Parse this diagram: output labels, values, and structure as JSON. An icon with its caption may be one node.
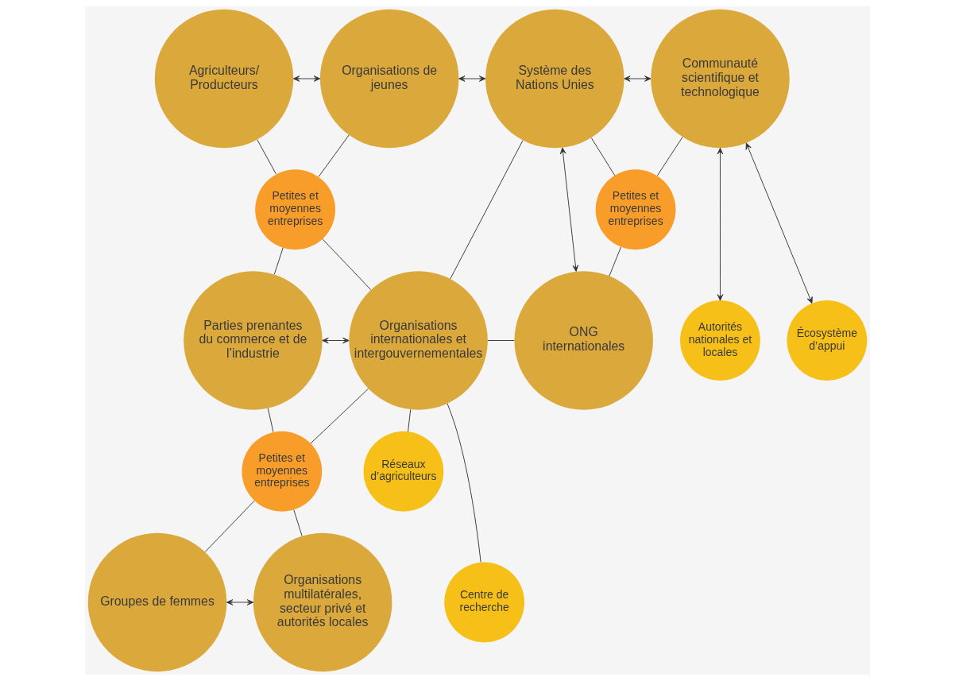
{
  "diagram": {
    "nodes": [
      {
        "text": [
          "Agriculteurs/ Producteurs"
        ]
      },
      {
        "text": [
          "Organisations de jeunes"
        ]
      },
      {
        "text": [
          "Système des Nations Unies"
        ]
      },
      {
        "text": [
          "Communauté scientifique et technologique"
        ]
      },
      {
        "text": [
          "Petites et moyennes entreprises"
        ]
      },
      {
        "text": [
          "Petites et moyennes entreprises"
        ]
      },
      {
        "text": [
          "Parties prenantes du commerce et de l’industrie"
        ]
      },
      {
        "text": [
          "Organisations internationales et intergouvernementales"
        ]
      },
      {
        "text": [
          "ONG internationales"
        ]
      },
      {
        "text": [
          "Autorités nationales et locales"
        ]
      },
      {
        "text": [
          "Écosystème d’appui"
        ]
      },
      {
        "text": [
          "Petites et moyennes entreprises"
        ]
      },
      {
        "text": [
          "Groupes de femmes"
        ]
      },
      {
        "text": [
          "Organisations multilatérales, secteur privé et autorités locales"
        ]
      },
      {
        "text": [
          "Réseaux d’agriculteurs"
        ]
      },
      {
        "text": [
          "Centre de recherche"
        ]
      }
    ],
    "edges": [
      {
        "from": 0,
        "to": 1,
        "arrow": "both"
      },
      {
        "from": 1,
        "to": 2,
        "arrow": "both"
      },
      {
        "from": 2,
        "to": 3,
        "arrow": "both"
      },
      {
        "from": 0,
        "to": 4,
        "arrow": "none"
      },
      {
        "from": 1,
        "to": 4,
        "arrow": "none"
      },
      {
        "from": 2,
        "to": 5,
        "arrow": "none"
      },
      {
        "from": 3,
        "to": 5,
        "arrow": "none"
      },
      {
        "from": 2,
        "to": 8,
        "arrow": "both"
      },
      {
        "from": 3,
        "to": 9,
        "arrow": "both"
      },
      {
        "from": 3,
        "to": 10,
        "arrow": "both"
      },
      {
        "from": 4,
        "to": 6,
        "arrow": "none"
      },
      {
        "from": 4,
        "to": 7,
        "arrow": "none"
      },
      {
        "from": 5,
        "to": 8,
        "arrow": "none"
      },
      {
        "from": 6,
        "to": 7,
        "arrow": "both"
      },
      {
        "from": 7,
        "to": 2,
        "arrow": "none"
      },
      {
        "from": 7,
        "to": 8,
        "arrow": "none"
      },
      {
        "from": 7,
        "to": 14,
        "arrow": "none"
      },
      {
        "from": 7,
        "to": 15,
        "arrow": "none"
      },
      {
        "from": 6,
        "to": 11,
        "arrow": "none"
      },
      {
        "from": 7,
        "to": 11,
        "arrow": "none"
      },
      {
        "from": 11,
        "to": 12,
        "arrow": "none"
      },
      {
        "from": 11,
        "to": 13,
        "arrow": "none"
      },
      {
        "from": 12,
        "to": 13,
        "arrow": "both"
      }
    ]
  }
}
